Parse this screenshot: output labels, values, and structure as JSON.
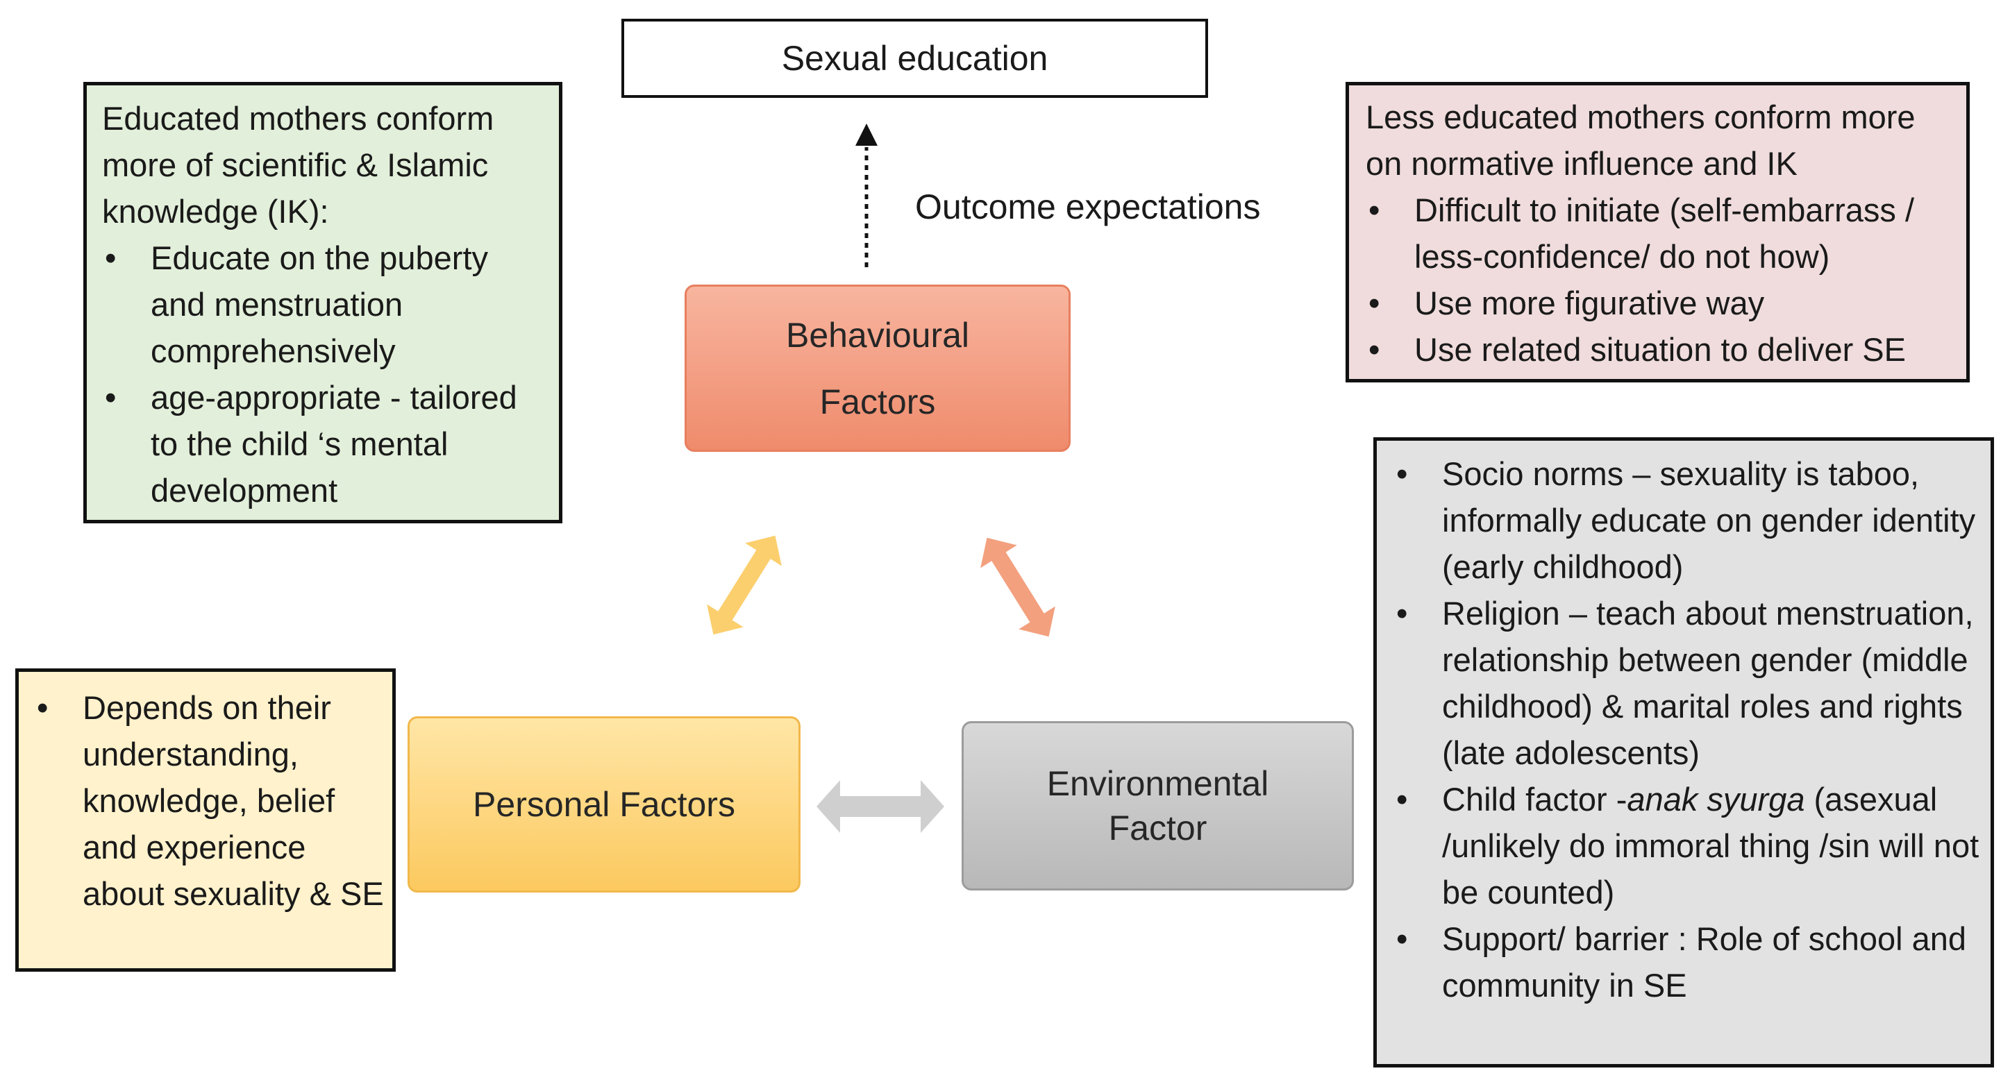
{
  "title_box": {
    "label": "Sexual education"
  },
  "outcome_label": "Outcome expectations",
  "factors": {
    "behavioural": {
      "line1": "Behavioural",
      "line2": "Factors",
      "color": "#f4a183"
    },
    "personal": {
      "label": "Personal Factors",
      "color": "#fdd57f"
    },
    "environmental": {
      "line1": "Environmental",
      "line2": "Factor",
      "color": "#c8c8c8"
    }
  },
  "educated_mothers": {
    "heading": "Educated mothers conform more of scientific  & Islamic knowledge  (IK):",
    "bullets": [
      "Educate on the puberty and menstruation comprehensively",
      "age-appropriate - tailored to the child ‘s mental development"
    ],
    "color": "#e2efda"
  },
  "less_educated_mothers": {
    "heading": "Less educated mothers conform more on normative influence  and IK",
    "bullets": [
      "Difficult to initiate (self-embarrass / less-confidence/ do not how)",
      "Use more figurative way",
      "Use related situation to deliver SE"
    ],
    "color": "#f0dcdc"
  },
  "personal_notes": {
    "bullets": [
      "Depends on their understanding, knowledge, belief and experience about  sexuality & SE"
    ],
    "color": "#fff2cc"
  },
  "environmental_notes": {
    "bullets": [
      "Socio norms – sexuality is taboo, informally educate on gender identity (early childhood)",
      "Religion – teach about menstruation, relationship between gender (middle childhood) & marital roles and rights (late adolescents)"
    ],
    "child_factor": {
      "before": "Child factor -",
      "italic": "anak syurga",
      "after": " (asexual /unlikely do immoral thing /sin will not be counted)"
    },
    "last_bullet": " Support/ barrier : Role of school and community in SE",
    "color": "#e2e2e2"
  },
  "arrow_colors": {
    "personal_behavioural": "#fccf6e",
    "behavioural_environmental": "#f3a07f",
    "personal_environmental": "#cfcfcf"
  }
}
